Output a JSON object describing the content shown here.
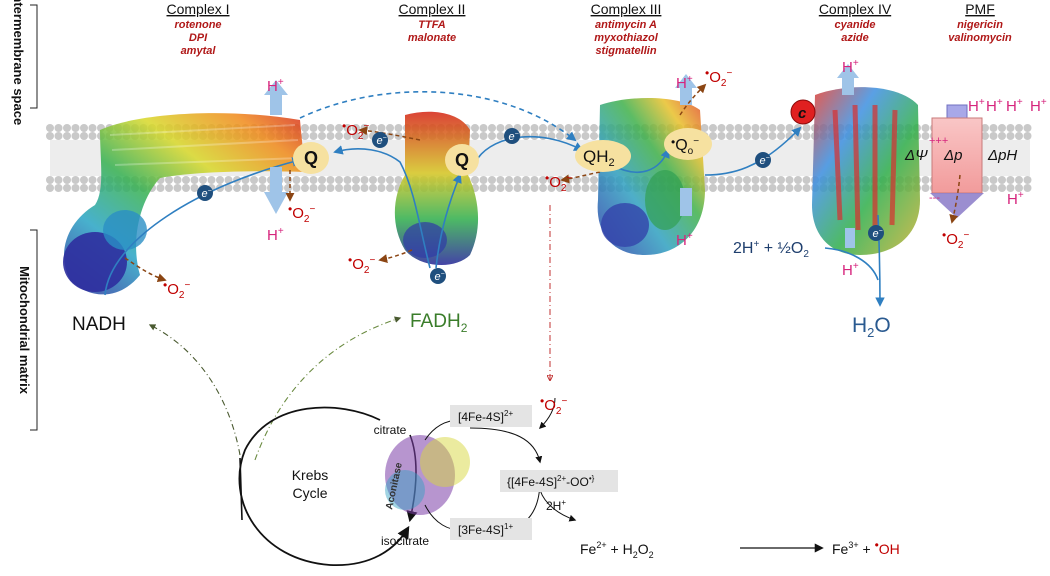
{
  "regions": {
    "intermembrane": "Intermembrane space",
    "matrix": "Mitochondrial matrix"
  },
  "complexes": [
    {
      "title": "Complex I",
      "inhibitors": [
        "rotenone",
        "DPI",
        "amytal"
      ]
    },
    {
      "title": "Complex II",
      "inhibitors": [
        "TTFA",
        "malonate"
      ]
    },
    {
      "title": "Complex III",
      "inhibitors": [
        "antimycin A",
        "myxothiazol",
        "stigmatellin"
      ]
    },
    {
      "title": "Complex IV",
      "inhibitors": [
        "cyanide",
        "azide"
      ]
    },
    {
      "title": "PMF",
      "inhibitors": [
        "nigericin",
        "valinomycin"
      ]
    }
  ],
  "carriers": {
    "q1": "Q",
    "q2": "Q",
    "qh2": "QH",
    "qh2_sub": "2",
    "qo_dot": "•",
    "qo": "Q",
    "qo_sub": "o",
    "qo_sup": "−",
    "cytc": "c",
    "electron": "e",
    "electron_sup": "−"
  },
  "labels": {
    "hplus": "H",
    "plus": "+",
    "superoxide_dot": "•",
    "superoxide": "O",
    "superoxide_sub": "2",
    "superoxide_sup": "−",
    "nadh": "NADH",
    "fadh2": "FADH",
    "fadh2_sub": "2",
    "oxygen_reaction": "2H",
    "oxygen_reaction_rest": " + ½O",
    "oxygen_sub": "2",
    "water": "H",
    "water_sub": "2",
    "water_o": "O",
    "plus_marks": "+++",
    "minus_marks": "---",
    "delta_psi": "ΔΨ",
    "delta_p": "Δp",
    "delta_ph": "ΔpH"
  },
  "krebs": {
    "title_line1": "Krebs",
    "title_line2": "Cycle",
    "citrate": "citrate",
    "isocitrate": "isocitrate",
    "aconitase": "Aconitase",
    "cluster_4fe": "[4Fe-4S]",
    "cluster_4fe_sup": "2+",
    "cluster_peroxo": "{[4Fe-4S]",
    "cluster_peroxo_sup": "2+",
    "cluster_peroxo_rest": "-OO",
    "cluster_peroxo_end": "•}",
    "cluster_3fe": "[3Fe-4S]",
    "cluster_3fe_sup": "1+",
    "two_h": "2H",
    "fe2": "Fe",
    "fe2_sup": "2+",
    "h2o2_part": " + H",
    "h2o2_sub": "2",
    "h2o2_o": "O",
    "h2o2_sub2": "2",
    "fe3": "Fe",
    "fe3_sup": "3+",
    "oh_plus": " + ",
    "hydroxyl_dot": "•",
    "hydroxyl": "OH"
  },
  "colors": {
    "membrane_head": "#c9c9c9",
    "membrane_tail": "#dedede",
    "flow_arrow": "#2f7fc1",
    "ros_arrow": "#8b4513",
    "feedback_arrow": "#5a6a3a",
    "q_fill": "#f6e1a0",
    "electron_fill": "#1f4f7e",
    "hplus": "#d6257d",
    "ros": "#c00000",
    "fadh2": "#3a7d2a",
    "proton_arrow": "#9fc4e8",
    "cytc": "#e02020"
  }
}
